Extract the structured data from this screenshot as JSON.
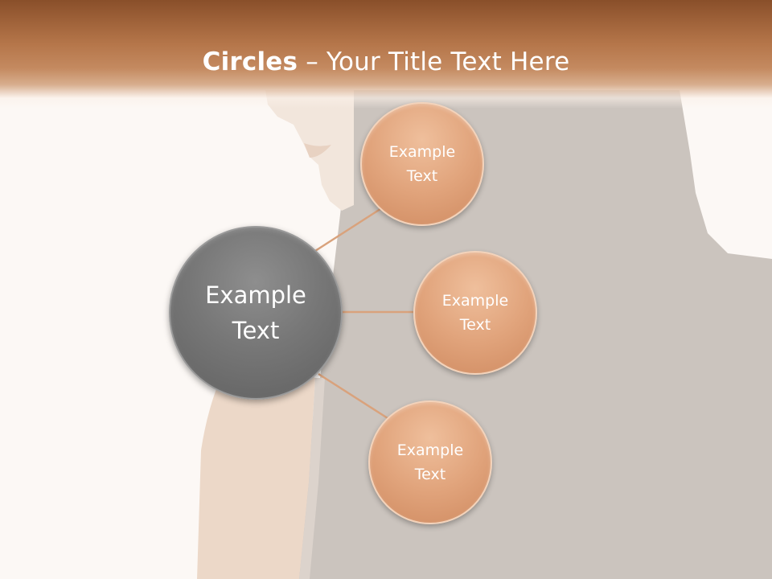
{
  "slide": {
    "title_bold": "Circles",
    "title_rest": " – Your Title Text Here",
    "main_circle": {
      "line1": "Example",
      "line2": "Text"
    },
    "circles": [
      {
        "line1": "Example",
        "line2": "Text"
      },
      {
        "line1": "Example",
        "line2": "Text"
      },
      {
        "line1": "Example",
        "line2": "Text"
      }
    ]
  },
  "colors": {
    "title_bar": "#a0633a",
    "main_circle": "#777777",
    "small_circle": "#e1a47c",
    "connector": "#d9a27c",
    "background": "#fcf8f5"
  }
}
